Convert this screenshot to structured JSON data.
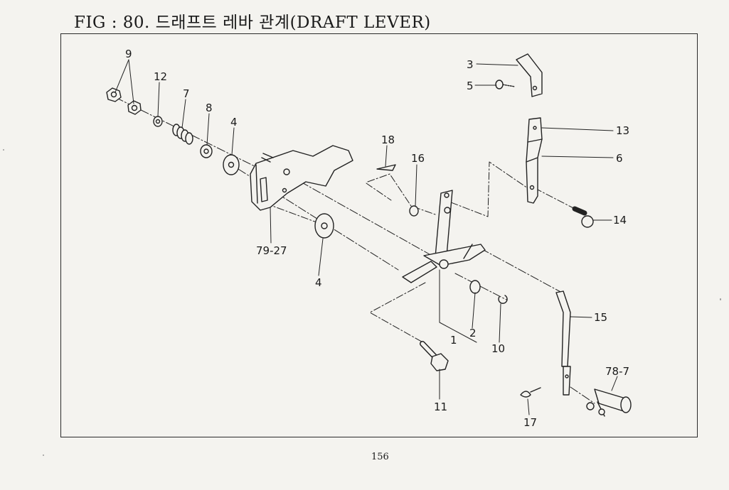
{
  "figure": {
    "title": "FIG : 80. 드래프트 레바 관계(DRAFT LEVER)",
    "page_number": "156"
  },
  "part_labels": {
    "p9": "9",
    "p12": "12",
    "p7": "7",
    "p8": "8",
    "p4a": "4",
    "p4b": "4",
    "p79_27": "79-27",
    "p18": "18",
    "p16": "16",
    "p3": "3",
    "p5": "5",
    "p13": "13",
    "p6": "6",
    "p14": "14",
    "p1": "1",
    "p2": "2",
    "p10": "10",
    "p11": "11",
    "p15": "15",
    "p78_7": "78-7",
    "p17": "17"
  }
}
